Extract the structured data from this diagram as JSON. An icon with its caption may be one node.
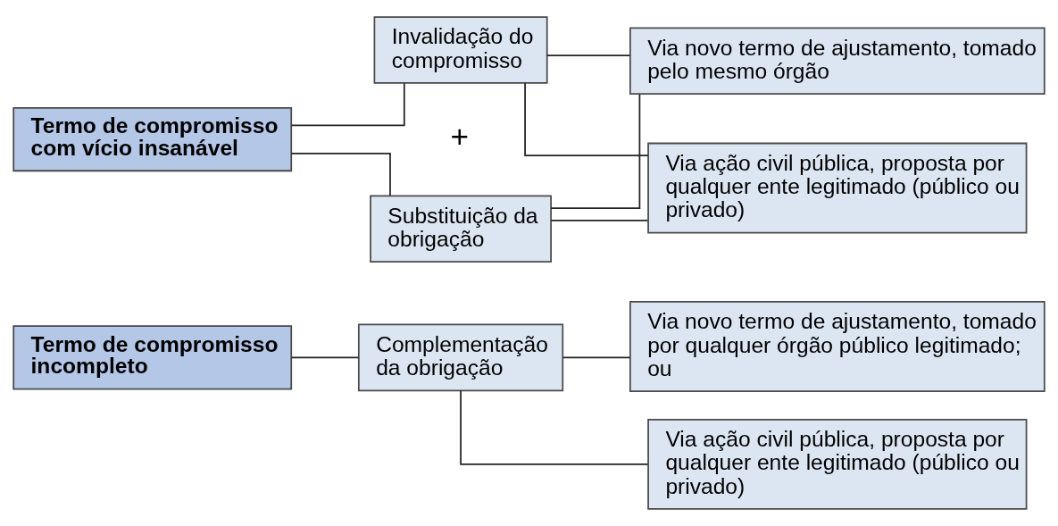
{
  "diagram": {
    "nodes": [
      {
        "text": [
          "Termo de compromisso incompleto"
        ]
      },
      {
        "text": [
          "Complementação da obrigação"
        ]
      },
      {
        "text": [
          "Via novo termo de ajustamento, tomado por qualquer órgão público legitimado; ou"
        ]
      },
      {
        "text": [
          "Via ação civil pública, proposta por qualquer ente legitimado (público ou privado)"
        ]
      },
      {
        "text": [
          "Termo de compromisso com vício insanável"
        ]
      },
      {
        "text": [
          "Invalidação do compromisso"
        ]
      },
      {
        "text": [
          "Substituição da obrigação"
        ]
      },
      {
        "text": [
          "Via novo termo de ajustamento, tomado pelo mesmo órgão"
        ]
      },
      {
        "text": [
          "Via ação civil pública, proposta por qualquer ente legitimado (público ou privado)"
        ]
      }
    ],
    "edges": [
      {
        "from": 0,
        "to": 1,
        "arrow": "none"
      },
      {
        "from": 1,
        "to": 2,
        "arrow": "none"
      },
      {
        "from": 1,
        "to": 3,
        "arrow": "none"
      },
      {
        "from": 4,
        "to": 5,
        "arrow": "none"
      },
      {
        "from": 4,
        "to": 6,
        "arrow": "none"
      },
      {
        "from": 5,
        "to": 7,
        "arrow": "none"
      },
      {
        "from": 5,
        "to": 8,
        "arrow": "none"
      },
      {
        "from": 6,
        "to": 7,
        "arrow": "none"
      },
      {
        "from": 6,
        "to": 8,
        "arrow": "none"
      }
    ],
    "labels": [
      "+"
    ]
  }
}
